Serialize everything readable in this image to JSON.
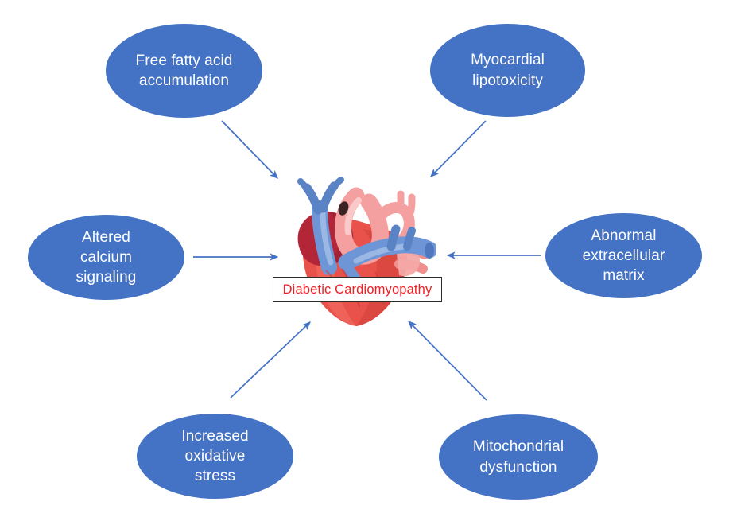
{
  "diagram": {
    "title_node": {
      "label": "Diabetic Cardiomyopathy",
      "text_color": "#ED2024",
      "background": "#FFFFFF",
      "border_color": "#2B2B2B"
    },
    "center_graphic": {
      "name": "anatomical-heart-illustration",
      "colors": {
        "ventricle_red": "#E9524B",
        "ventricle_red_dark": "#D8453F",
        "atrium_dark_red": "#B32638",
        "aorta_pink": "#F5A0A0",
        "aorta_pink_light": "#F9BFBF",
        "vein_blue": "#6E96D6",
        "vein_blue_dark": "#5A83C6",
        "vein_blue_light": "#9BB8E4"
      }
    },
    "node_style": {
      "fill": "#4472C4",
      "text_color": "#FFFFFF"
    },
    "arrow_color": "#4472C4",
    "nodes": [
      {
        "id": "free-fatty-acid-accumulation",
        "label": "Free fatty acid\naccumulation",
        "position": "top-left"
      },
      {
        "id": "myocardial-lipotoxicity",
        "label": "Myocardial\nlipotoxicity",
        "position": "top-right"
      },
      {
        "id": "altered-calcium-signaling",
        "label": "Altered\ncalcium\nsignaling",
        "position": "middle-left"
      },
      {
        "id": "abnormal-extracellular-matrix",
        "label": "Abnormal\nextracellular\nmatrix",
        "position": "middle-right"
      },
      {
        "id": "increased-oxidative-stress",
        "label": "Increased\noxidative\nstress",
        "position": "bottom-left"
      },
      {
        "id": "mitochondrial-dysfunction",
        "label": "Mitochondrial\ndysfunction",
        "position": "bottom-right"
      }
    ],
    "arrows": [
      {
        "id": "arrow-top-left-to-center",
        "from": "free-fatty-acid-accumulation",
        "to": "diabetic-cardiomyopathy",
        "direction": "down-right"
      },
      {
        "id": "arrow-top-right-to-center",
        "from": "myocardial-lipotoxicity",
        "to": "diabetic-cardiomyopathy",
        "direction": "down-left"
      },
      {
        "id": "arrow-middle-left-to-center",
        "from": "altered-calcium-signaling",
        "to": "diabetic-cardiomyopathy",
        "direction": "right"
      },
      {
        "id": "arrow-middle-right-to-center",
        "from": "abnormal-extracellular-matrix",
        "to": "diabetic-cardiomyopathy",
        "direction": "left"
      },
      {
        "id": "arrow-bottom-left-to-center",
        "from": "increased-oxidative-stress",
        "to": "diabetic-cardiomyopathy",
        "direction": "up-right"
      },
      {
        "id": "arrow-bottom-right-to-center",
        "from": "mitochondrial-dysfunction",
        "to": "diabetic-cardiomyopathy",
        "direction": "up-left"
      }
    ]
  }
}
